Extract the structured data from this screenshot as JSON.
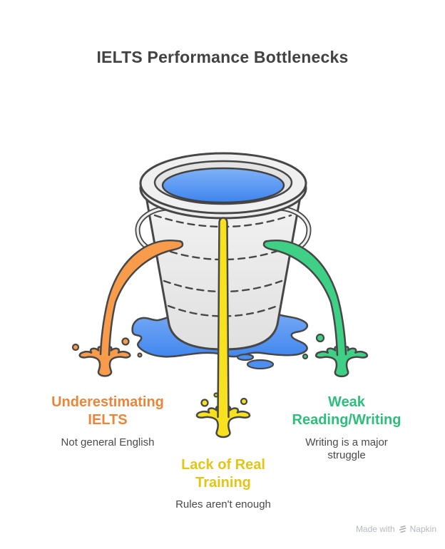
{
  "title": "IELTS Performance Bottlenecks",
  "title_color": "#424242",
  "bottlenecks": [
    {
      "label": "Underestimating\nIELTS",
      "sublabel": "Not general English",
      "label_color": "#E8863B",
      "stream_color": "#F89C4B"
    },
    {
      "label": "Lack of Real\nTraining",
      "sublabel": "Rules aren't enough",
      "label_color": "#E3C517",
      "stream_color": "#F8E11F"
    },
    {
      "label": "Weak\nReading/Writing",
      "sublabel": "Writing is a major\nstruggle",
      "label_color": "#2EBE7C",
      "stream_color": "#3ED085"
    }
  ],
  "text": {
    "sublabel_color": "#4A4A4A"
  },
  "illustration": {
    "outline_color": "#474747",
    "bucket_fill": "#E9E9E9",
    "water_blue": "#4D8FF0",
    "puddle_blue": "#4D8FF0"
  },
  "watermark": {
    "prefix": "Made with",
    "brand": "Napkin",
    "icon": "napkin-logo-icon",
    "color": "#B5B9BF"
  }
}
